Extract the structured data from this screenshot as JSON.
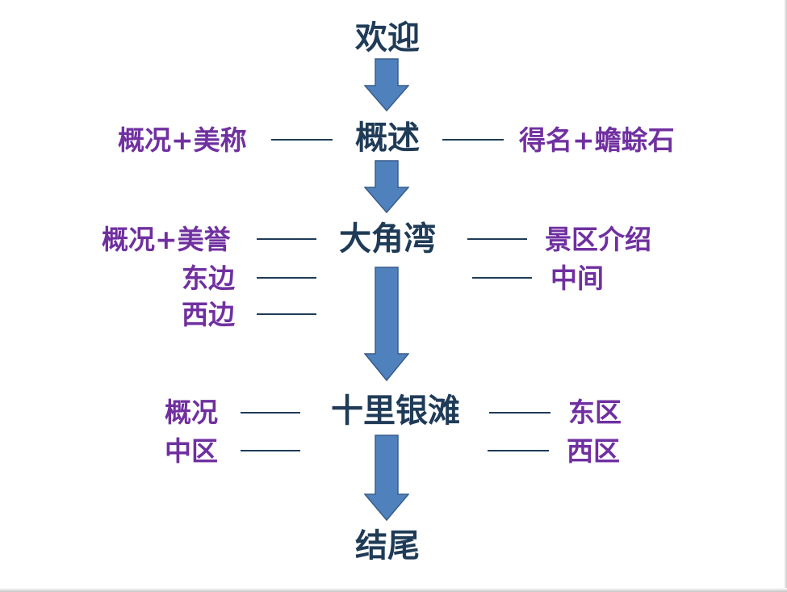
{
  "flow": {
    "welcome": "欢迎",
    "overview": "概述",
    "dajiaowan": "大角湾",
    "shilitan": "十里银滩",
    "ending": "结尾"
  },
  "overview_branches": {
    "left": "概况+美称",
    "right": "得名+蟾蜍石"
  },
  "dajiaowan_branches": {
    "left": [
      "概况+美誉",
      "东边",
      "西边"
    ],
    "right": [
      "景区介绍",
      "中间"
    ]
  },
  "shilitan_branches": {
    "left": [
      "概况",
      "中区"
    ],
    "right": [
      "东区",
      "西区"
    ]
  },
  "colors": {
    "main_text": "#1f3b57",
    "side_text": "#7030a0",
    "arrow_fill": "#4f81bd",
    "arrow_stroke": "#385d8a",
    "connector_line": "#1f3b57"
  }
}
